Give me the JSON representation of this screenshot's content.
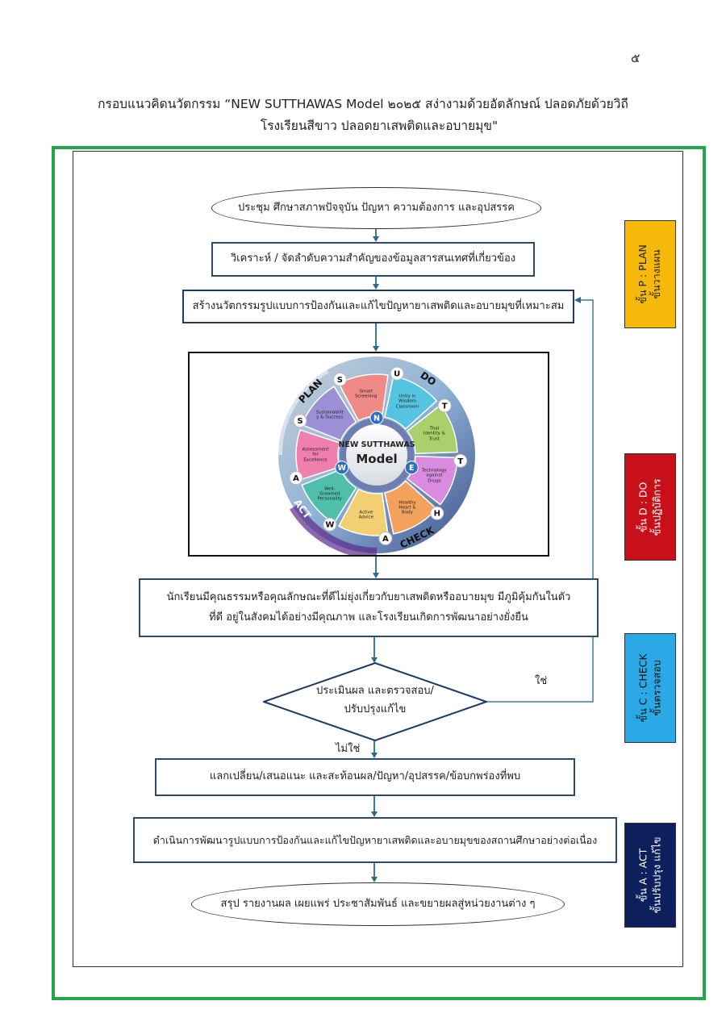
{
  "page_number": "๕",
  "title": {
    "line1": "กรอบแนวคิดนวัตกรรม “NEW SUTTHAWAS Model ๒๐๒๕ สง่างามด้วยอัตลักษณ์ ปลอดภัยด้วยวิถี",
    "line2": "โรงเรียนสีขาว ปลอดยาเสพติดและอบายมุข\""
  },
  "flow": {
    "start": "ประชุม ศึกษาสภาพปัจจุบัน ปัญหา ความต้องการ และอุปสรรค",
    "analyze": "วิเคราะห์ / จัดลำดับความสำคัญของข้อมูลสารสนเทศที่เกี่ยวข้อง",
    "create": "สร้างนวัตกรรมรูปแบบการป้องกันและแก้ไขปัญหายาเสพติดและอบายมุขที่เหมาะสม",
    "outcome_line1": "นักเรียนมีคุณธรรมหรือคุณลักษณะที่ดีไม่ยุ่งเกี่ยวกับยาเสพติดหรืออบายมุข มีภูมิคุ้มกันในตัว",
    "outcome_line2": "ที่ดี อยู่ในสังคมได้อย่างมีคุณภาพ และโรงเรียนเกิดการพัฒนาอย่างยั่งยืน",
    "decision_line1": "ประเมินผล และตรวจสอบ/",
    "decision_line2": "ปรับปรุงแก้ไข",
    "yes_label": "ใช่",
    "no_label": "ไม่ใช่",
    "exchange": "แลกเปลี่ยน/เสนอแนะ และสะท้อนผล/ปัญหา/อุปสรรค/ข้อบกพร่องที่พบ",
    "develop": "ดำเนินการพัฒนารูปแบบการป้องกันและแก้ไขปัญหายาเสพติดและอบายมุขของสถานศึกษาอย่างต่อเนื่อง",
    "end": "สรุป รายงานผล เผยแพร่ ประชาสัมพันธ์ และขยายผลสู่หน่วยงานต่าง ๆ"
  },
  "model": {
    "center_title": "NEW SUTTHAWAS",
    "center_sub": "Model",
    "inner_letters": [
      "N",
      "E",
      "W"
    ],
    "ring_words": [
      "PLAN",
      "DO",
      "CHECK",
      "ACT"
    ],
    "segments": [
      {
        "letter": "S",
        "label": "Smart Screening",
        "color": "#f08a86"
      },
      {
        "letter": "U",
        "label": "Unity in Wisdom Classroom",
        "color": "#54c4e0"
      },
      {
        "letter": "T",
        "label": "Thai Identity & Trust",
        "color": "#a9d06a"
      },
      {
        "letter": "T",
        "label": "Technology against Drugs",
        "color": "#d98be0"
      },
      {
        "letter": "H",
        "label": "Healthy Heart & Body",
        "color": "#f4a15e"
      },
      {
        "letter": "A",
        "label": "Active Advice",
        "color": "#f3cf73"
      },
      {
        "letter": "W",
        "label": "Well-Groomed Personality",
        "color": "#4fbfab"
      },
      {
        "letter": "A",
        "label": "Assessment for Excellence",
        "color": "#f07fae"
      },
      {
        "letter": "S",
        "label": "Sustainability & Success",
        "color": "#9c8fd6"
      }
    ]
  },
  "stages": [
    {
      "line1": "ขั้น P : PLAN",
      "line2": "ขั้นวางแผน",
      "color": "#f6b90a",
      "text_color": "#222222"
    },
    {
      "line1": "ขั้น D : DO",
      "line2": "ขั้นปฏิบัติการ",
      "color": "#c8101a",
      "text_color": "#ffffff"
    },
    {
      "line1": "ขั้น C : CHECK",
      "line2": "ขั้นตรวจสอบ",
      "color": "#2aa9e6",
      "text_color": "#111111"
    },
    {
      "line1": "ขั้น A : ACT",
      "line2": "ขั้นปรับปรุง แก้ไข",
      "color": "#0e1f5e",
      "text_color": "#ffffff"
    }
  ],
  "colors": {
    "frame": "#22a84a",
    "connector": "#3b7a9a"
  }
}
